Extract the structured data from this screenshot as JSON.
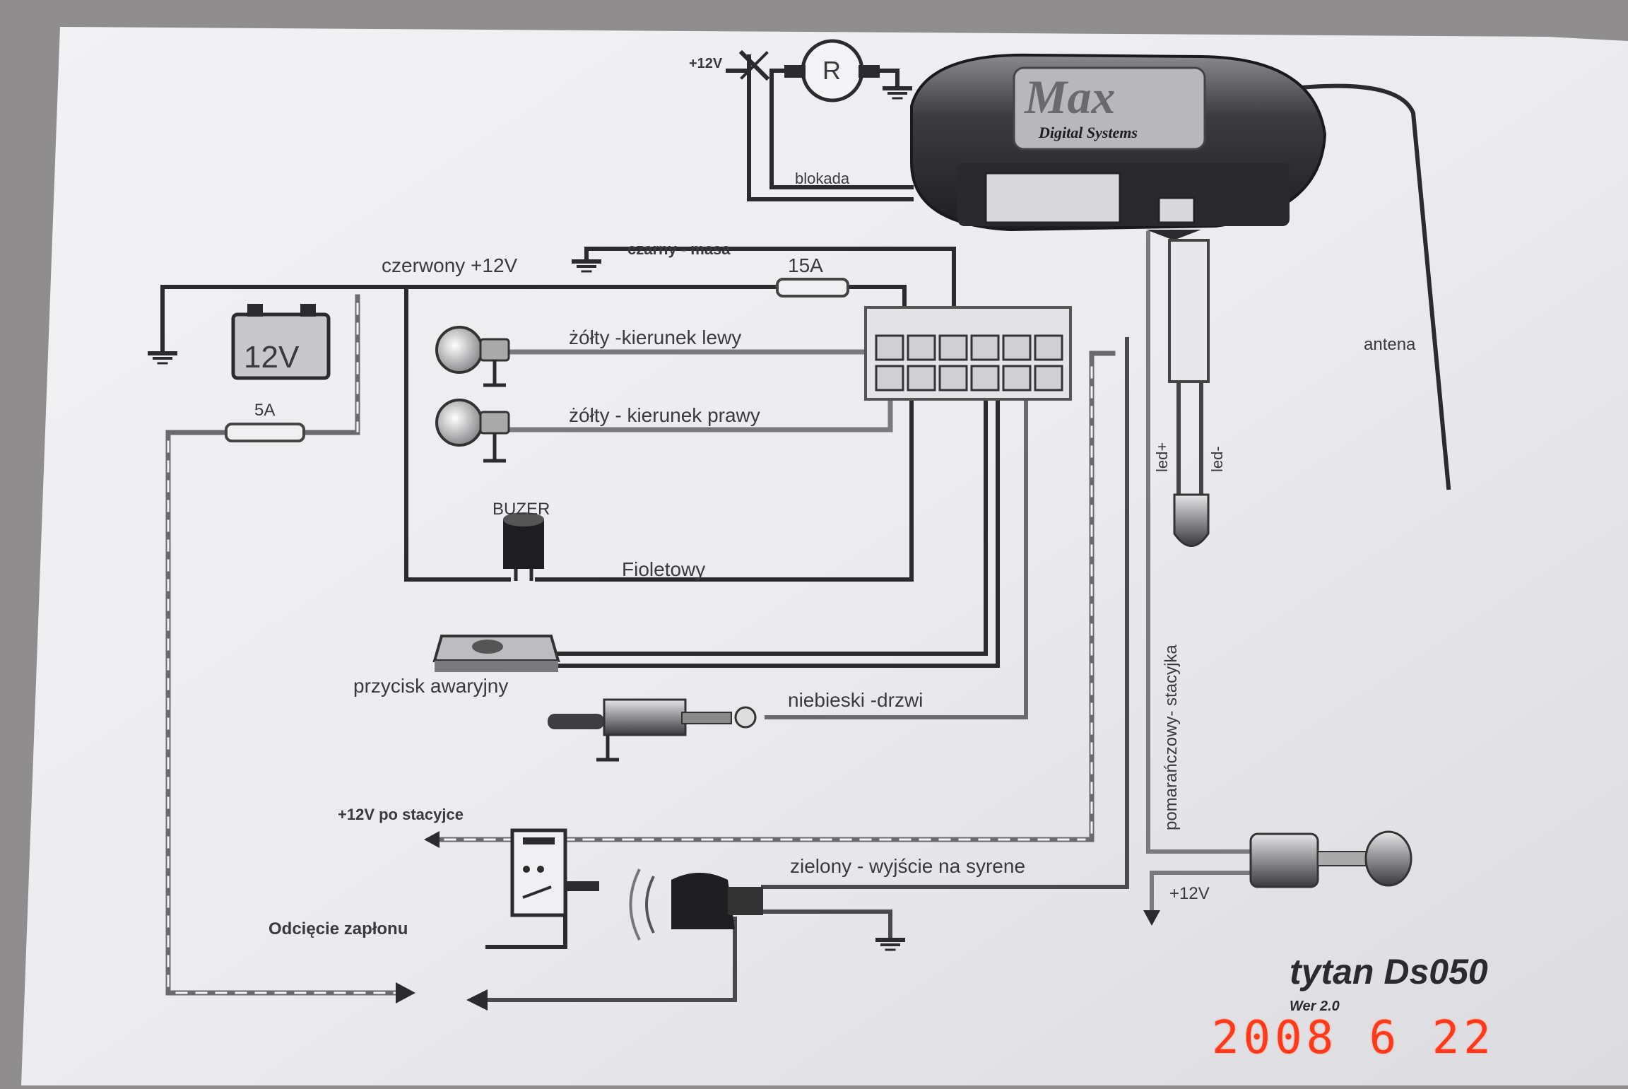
{
  "diagram": {
    "module": {
      "brand": "Max",
      "subtitle": "Digital Systems"
    },
    "labels": {
      "supply_12v_top": "+12V",
      "relay": "R",
      "blokada": "blokada",
      "ground": "czarny - masa",
      "red": "czerwony +12V",
      "fuse_15a": "15A",
      "battery": "12V",
      "fuse_5a": "5A",
      "left_turn": "żółty -kierunek lewy",
      "right_turn": "żółty - kierunek prawy",
      "buzzer": "BUZER",
      "violet": "Fioletowy",
      "emergency_button": "przycisk awaryjny",
      "door": "niebieski -drzwi",
      "ignition_plus": "+12V po stacyjce",
      "ignition_cut": "Odcięcie zapłonu",
      "siren": "zielony - wyjście na syrene",
      "orange": "pomarańczowy- stacyjka",
      "antenna": "antena",
      "led_plus": "led+",
      "led_minus": "led-",
      "supply_12v_key": "+12V"
    },
    "title": "tytan Ds050",
    "version": "Wer 2.0"
  },
  "photo_date": "2008  6 22",
  "colors": {
    "paper": "#ecebee",
    "line": "#2b2b2e",
    "stamp": "#ff3a1c"
  }
}
